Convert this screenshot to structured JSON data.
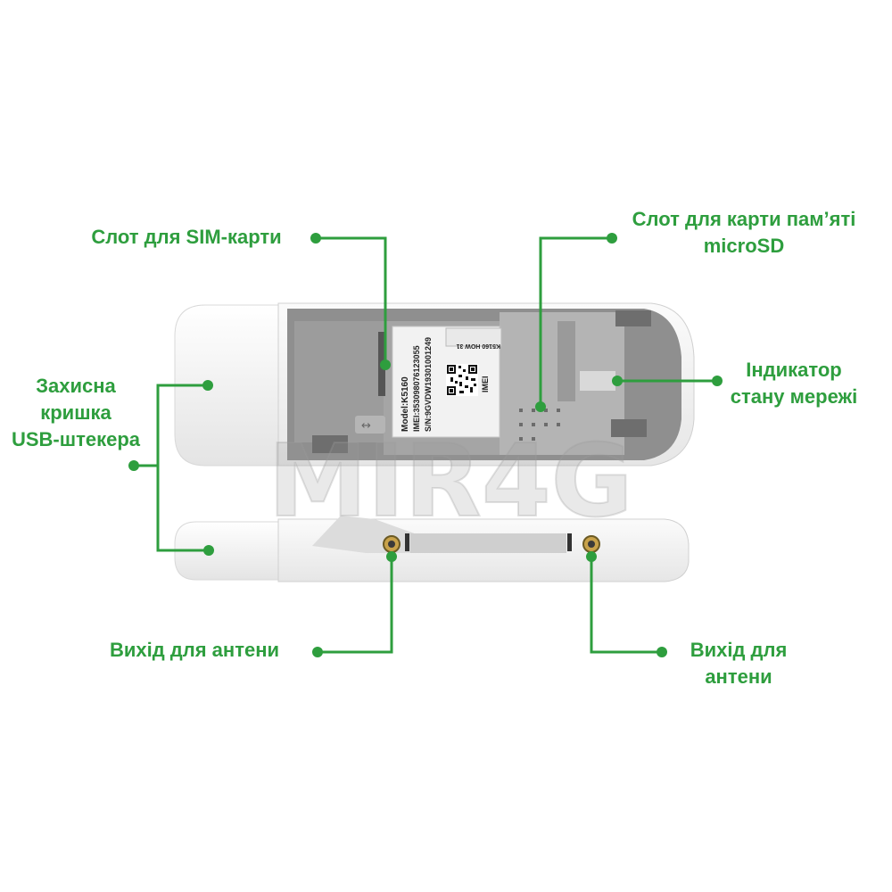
{
  "callouts": {
    "sim_slot": [
      "Слот для SIM-карти"
    ],
    "microsd_slot": [
      "Слот для карти пам’яті",
      "microSD"
    ],
    "network_indicator": [
      "Індикатор",
      "стану мережі"
    ],
    "usb_cap": [
      "Захисна",
      "кришка",
      "USB-штекера"
    ],
    "antenna_left": [
      "Вихід для антени"
    ],
    "antenna_right": [
      "Вихід для",
      "антени"
    ]
  },
  "device_label": {
    "model": "Model:K5160",
    "imei": "IMEI:353098076123055",
    "sn": "S/N:9GVDW19301001249",
    "qr_caption": "IMEI",
    "mini_label": "K5160 HOW 31"
  },
  "watermark": "MIR4G",
  "colors": {
    "accent": "#2e9e3e",
    "device_body": "#f4f4f4",
    "tray": "#8f8f8f"
  }
}
